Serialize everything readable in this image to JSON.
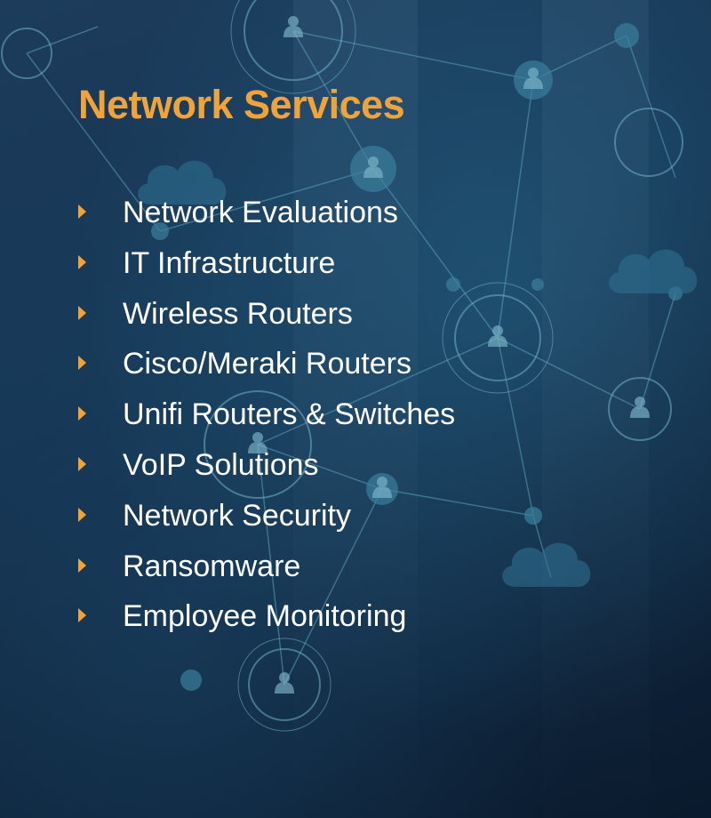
{
  "heading": "Network Services",
  "services": [
    "Network Evaluations",
    "IT Infrastructure",
    "Wireless Routers",
    "Cisco/Meraki Routers",
    "Unifi Routers & Switches",
    "VoIP Solutions",
    "Network Security",
    "Ransomware",
    "Employee Monitoring"
  ],
  "colors": {
    "heading": "#f1a33b",
    "bullet": "#f1a33b",
    "text": "#ffffff",
    "network_lines": "#5a9fb8"
  },
  "icons": [
    "user-node-icon",
    "cloud-icon",
    "bullet-arrow-icon"
  ]
}
